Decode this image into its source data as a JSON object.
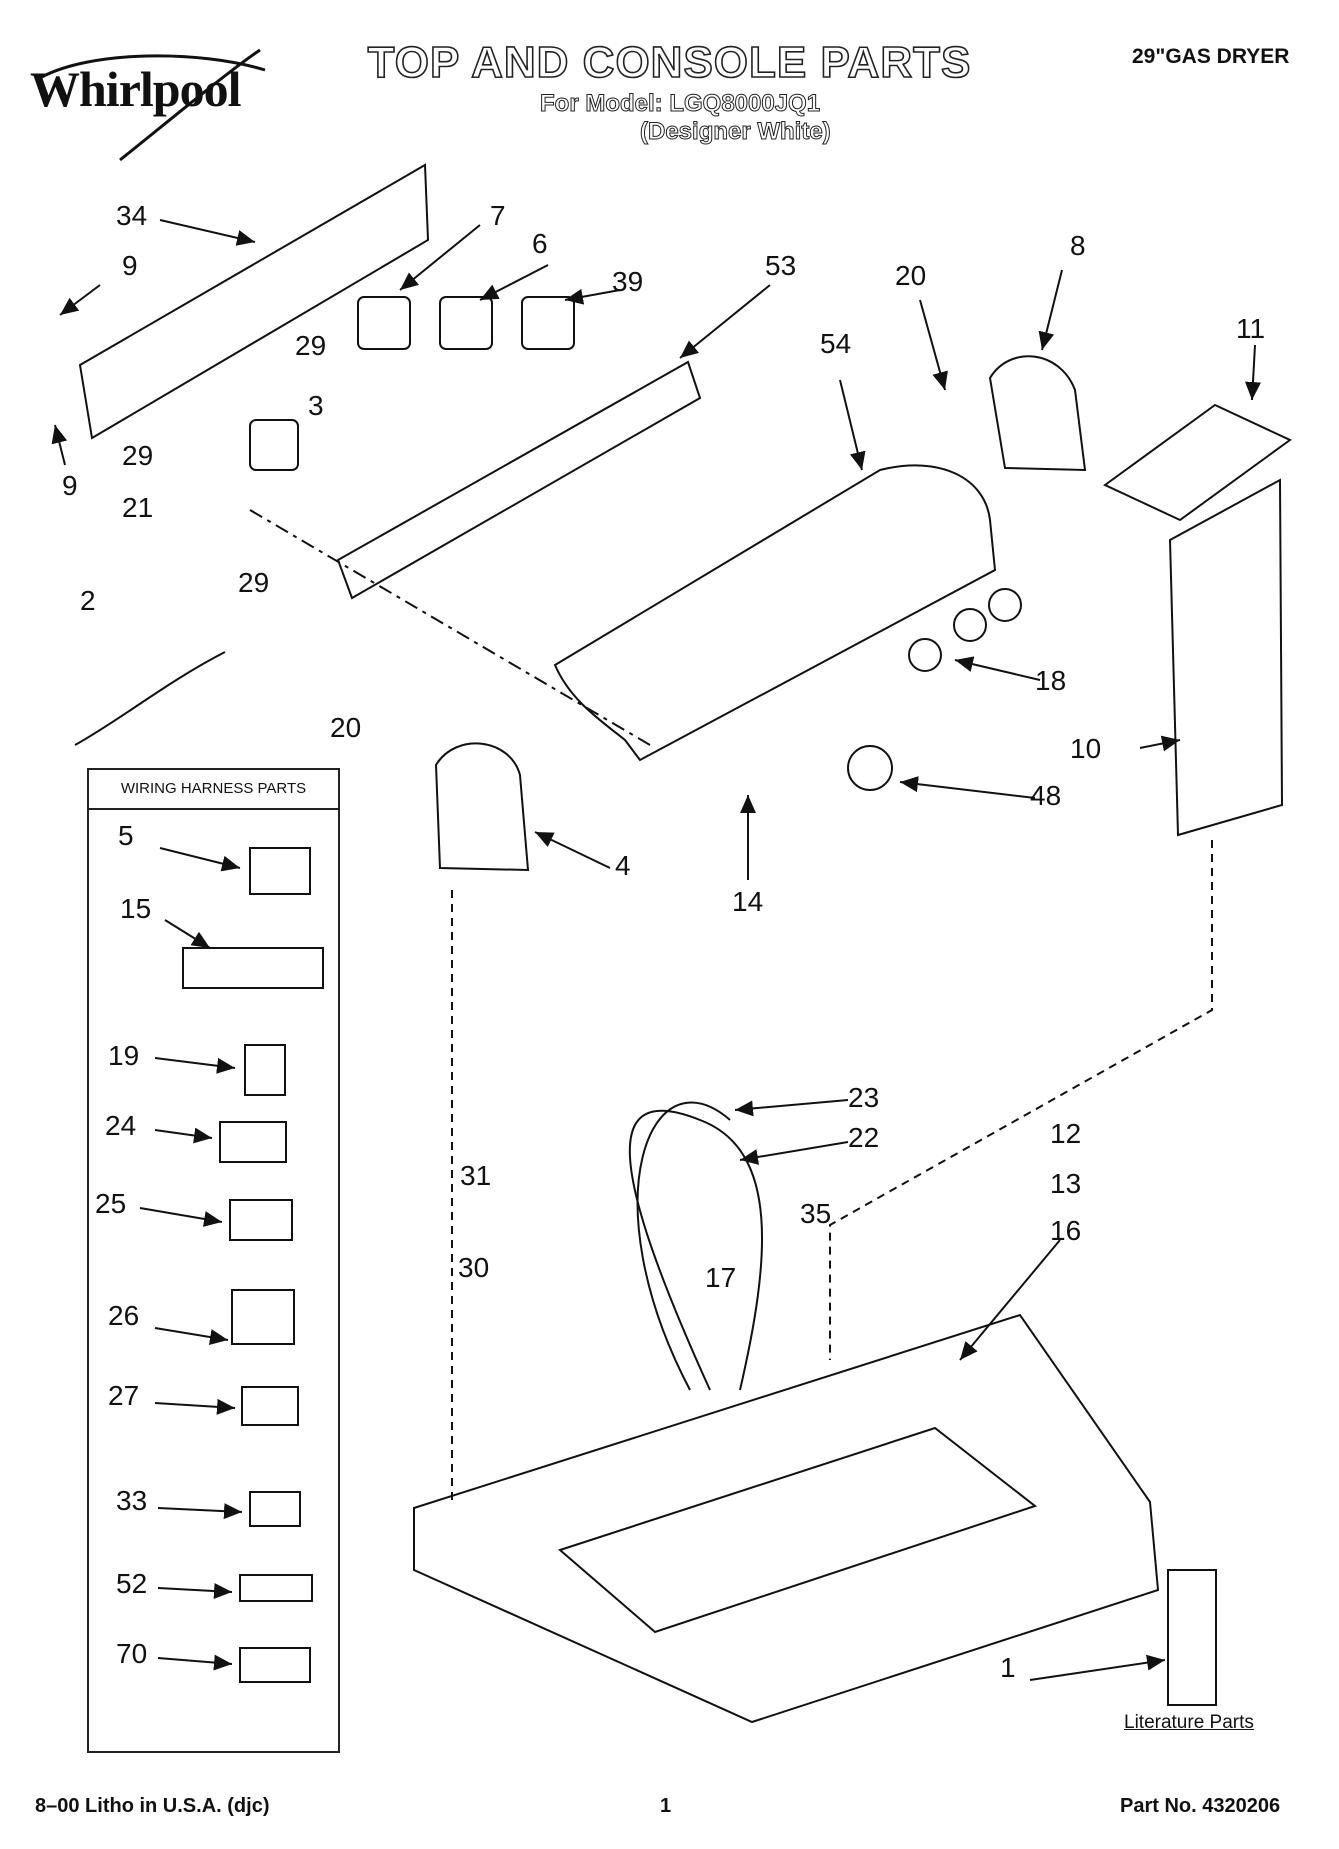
{
  "header": {
    "brand": "Whirlpool",
    "title": "TOP AND CONSOLE PARTS",
    "model_line": "For Model: LGQ8000JQ1",
    "variant": "(Designer White)",
    "doc_type": "29\"GAS DRYER"
  },
  "callouts": {
    "c34": "34",
    "c9a": "9",
    "c9b": "9",
    "c7": "7",
    "c6": "6",
    "c39": "39",
    "c53": "53",
    "c20a": "20",
    "c8": "8",
    "c11": "11",
    "c54": "54",
    "c29a": "29",
    "c3": "3",
    "c29b": "29",
    "c21": "21",
    "c29c": "29",
    "c2": "2",
    "c18": "18",
    "c10": "10",
    "c20b": "20",
    "c48": "48",
    "c4": "4",
    "c14": "14",
    "c23": "23",
    "c22": "22",
    "c12": "12",
    "c13": "13",
    "c31": "31",
    "c35": "35",
    "c16": "16",
    "c17": "17",
    "c30": "30",
    "c1": "1"
  },
  "wiring_harness": {
    "title": "WIRING HARNESS PARTS",
    "items": [
      "5",
      "15",
      "19",
      "24",
      "25",
      "26",
      "27",
      "33",
      "52",
      "70"
    ]
  },
  "literature": "Literature Parts",
  "footer": {
    "left": "8–00 Litho in U.S.A. (djc)",
    "center": "1",
    "right": "Part No. 4320206"
  }
}
